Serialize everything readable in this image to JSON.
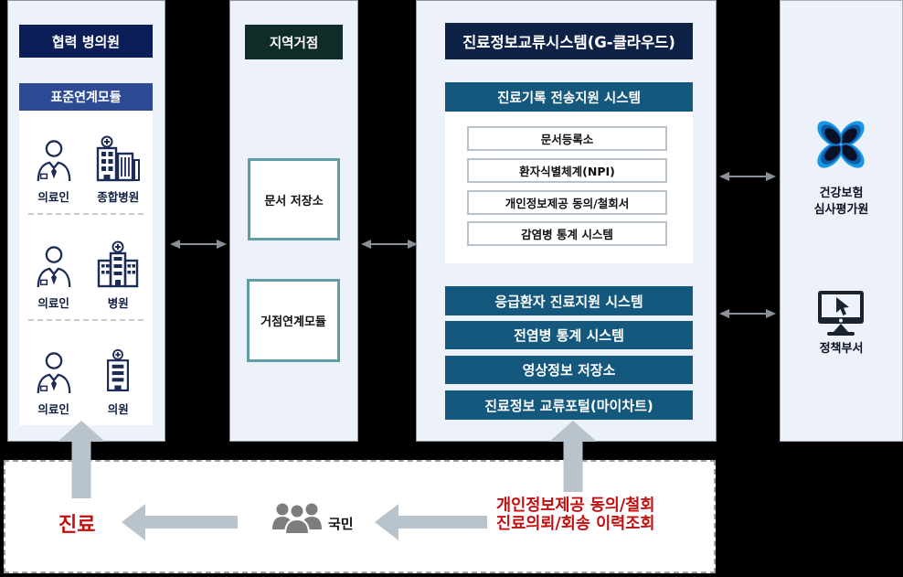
{
  "diagram": {
    "col1": {
      "title": "협력 병의원",
      "module_header": "표준연계모듈",
      "rows": [
        {
          "left_icon": "doctor",
          "left_label": "의료인",
          "right_icon": "general-hospital",
          "right_label": "종합병원"
        },
        {
          "left_icon": "doctor",
          "left_label": "의료인",
          "right_icon": "hospital",
          "right_label": "병원"
        },
        {
          "left_icon": "doctor",
          "left_label": "의료인",
          "right_icon": "clinic",
          "right_label": "의원"
        }
      ]
    },
    "col2": {
      "title": "지역거점",
      "box1": "문서 저장소",
      "box2": "거점연계모듈"
    },
    "col3": {
      "title": "진료정보교류시스템(G-클라우드)",
      "transfer_header": "진료기록 전송지원 시스템",
      "transfer_items": [
        "문서등록소",
        "환자식별체계(NPI)",
        "개인정보제공 동의/철회서",
        "감염병 통계 시스템"
      ],
      "system_bars": [
        "응급환자 진료지원 시스템",
        "전염병 통계 시스템",
        "영상정보 저장소",
        "진료정보 교류포털(마이차트)"
      ]
    },
    "col4": {
      "org1_icon": "hira-butterfly-logo",
      "org1_line1": "건강보험",
      "org1_line2": "심사평가원",
      "org2_icon": "monitor-cursor",
      "org2_label": "정책부서"
    },
    "bottom": {
      "treatment": "진료",
      "citizens_icon": "people-group",
      "citizens": "국민",
      "request_line1": "개인정보제공 동의/철회",
      "request_line2": "진료의뢰/회송 이력조회"
    },
    "colors": {
      "navy_header": "#0c1e57",
      "blue_module": "#2d4b94",
      "dark_green_header": "#102c29",
      "dark_navy_header": "#0e2147",
      "steel_blue": "#14587e",
      "teal_box_border": "#5d9fa4",
      "red_accent": "#c20f0f",
      "small_arrow_gray": "#8a9097",
      "big_arrow_gray": "#b9c3cc",
      "column_bg": "#edf1f9"
    }
  }
}
